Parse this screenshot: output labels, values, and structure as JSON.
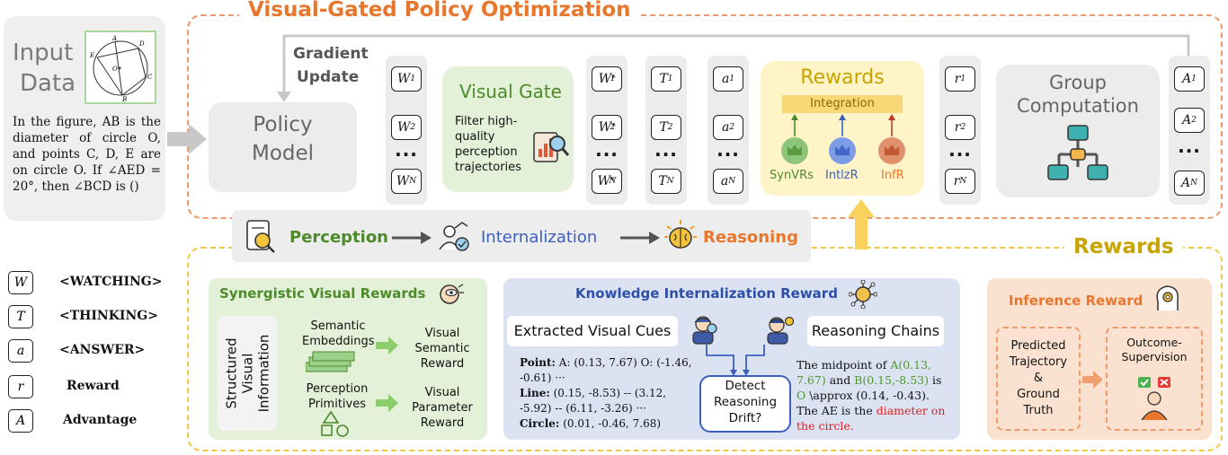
{
  "title_top": "Visual-Gated Policy Optimization",
  "input": {
    "title_line1": "Input",
    "title_line2": "Data",
    "question": "In the figure, AB is the diameter of circle O, and points C, D, E are on circle O. If ∠AED = 20°, then ∠BCD is ()",
    "fig_labels": [
      "A",
      "B",
      "C",
      "D",
      "E",
      "O"
    ]
  },
  "gradient_update": {
    "line1": "Gradient",
    "line2": "Update"
  },
  "policy_model": {
    "line1": "Policy",
    "line2": "Model"
  },
  "visual_gate": {
    "title": "Visual Gate",
    "desc_lines": [
      "Filter high-",
      "quality",
      "perception",
      "trajectories"
    ]
  },
  "columns": {
    "w": {
      "sym": "W",
      "subs": [
        "1",
        "2",
        "N"
      ]
    },
    "ws": {
      "sym": "W",
      "subs": [
        "1",
        "2",
        "N"
      ],
      "sup": "*"
    },
    "t": {
      "sym": "T",
      "subs": [
        "1",
        "2",
        "N"
      ]
    },
    "a": {
      "sym": "a",
      "subs": [
        "1",
        "2",
        "N"
      ]
    },
    "r": {
      "sym": "r",
      "subs": [
        "1",
        "2",
        "N"
      ]
    },
    "A": {
      "sym": "A",
      "subs": [
        "1",
        "2",
        "N"
      ]
    },
    "dots": "···"
  },
  "rewards_top": {
    "title": "Rewards",
    "integration": "Integration",
    "items": [
      "SynVRs",
      "IntlzR",
      "InfR"
    ]
  },
  "group_computation": {
    "line1": "Group",
    "line2": "Computation"
  },
  "pipeline": {
    "perception": "Perception",
    "internalization": "Internalization",
    "reasoning": "Reasoning"
  },
  "rewards_bottom_title": "Rewards",
  "legend": [
    {
      "sym": "W",
      "label": "<WATCHING>"
    },
    {
      "sym": "T",
      "label": "<THINKING>"
    },
    {
      "sym": "a",
      "label": "<ANSWER>"
    },
    {
      "sym": "r",
      "label": "Reward"
    },
    {
      "sym": "A",
      "label": "Advantage"
    }
  ],
  "synergistic": {
    "title": "Synergistic Visual Rewards",
    "structured": [
      "Structured",
      "Visual",
      "Information"
    ],
    "sem_emb": [
      "Semantic",
      "Embeddings"
    ],
    "perc_prim": [
      "Perception",
      "Primitives"
    ],
    "vis_sem": [
      "Visual",
      "Semantic",
      "Reward"
    ],
    "vis_par": [
      "Visual",
      "Parameter",
      "Reward"
    ]
  },
  "knowledge": {
    "title": "Knowledge Internalization Reward",
    "extracted": "Extracted Visual Cues",
    "reasoning_chains": "Reasoning Chains",
    "detect": [
      "Detect",
      "Reasoning",
      "Drift?"
    ],
    "point_label": "Point:",
    "point_text": "A: (0.13, 7.67)   O: (-1.46, -0.61) ···",
    "line_label": "Line:",
    "line_text": "(0.15, -8.53) -- (3.12, -5.92) -- (6.11, -3.26) ···",
    "circle_label": "Circle:",
    "circle_text": "(0.01, -0.46, 7.68)",
    "rc_1": "The midpoint of ",
    "rc_2": "A(0.13, 7.67)",
    "rc_3": " and ",
    "rc_4": "B(0.15,-8.53)",
    "rc_5": " is ",
    "rc_6": "O",
    "rc_7": " \\approx (0.14, -0.43). The AE is the ",
    "rc_8": "diameter on the circle."
  },
  "inference": {
    "title": "Inference Reward",
    "predicted": [
      "Predicted",
      "Trajectory",
      "&",
      "Ground",
      "Truth"
    ],
    "outcome": "Outcome-Supervision"
  },
  "colors": {
    "orange": "#e8772e",
    "green": "#4c8a2a",
    "blue": "#3a5fc0",
    "gold": "#c9a300",
    "red": "#e02020"
  }
}
